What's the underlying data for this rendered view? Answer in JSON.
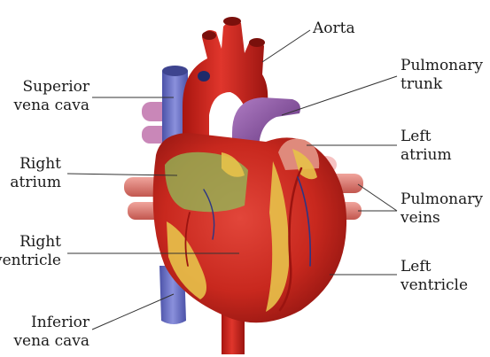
{
  "diagram": {
    "labels": {
      "aorta": "Aorta",
      "pulmonary_trunk": "Pulmonary\ntrunk",
      "left_atrium": "Left\natrium",
      "pulmonary_veins": "Pulmonary\nveins",
      "left_ventricle": "Left\nventricle",
      "superior_vena_cava": "Superior\nvena cava",
      "right_atrium": "Right\natrium",
      "right_ventricle": "Right\nventricle",
      "inferior_vena_cava": "Inferior\nvena cava"
    },
    "colors": {
      "heart_muscle": "#c8281e",
      "heart_dark": "#8e1410",
      "aorta": "#d42a22",
      "vena_cava": "#6f76c9",
      "pulmonary_trunk": "#8a4f9e",
      "fat": "#e7c24a",
      "right_atrium_highlight": "#8fbf5a",
      "pulmonary_vessel_pink": "#c987b8",
      "leader_line": "#333333"
    }
  }
}
